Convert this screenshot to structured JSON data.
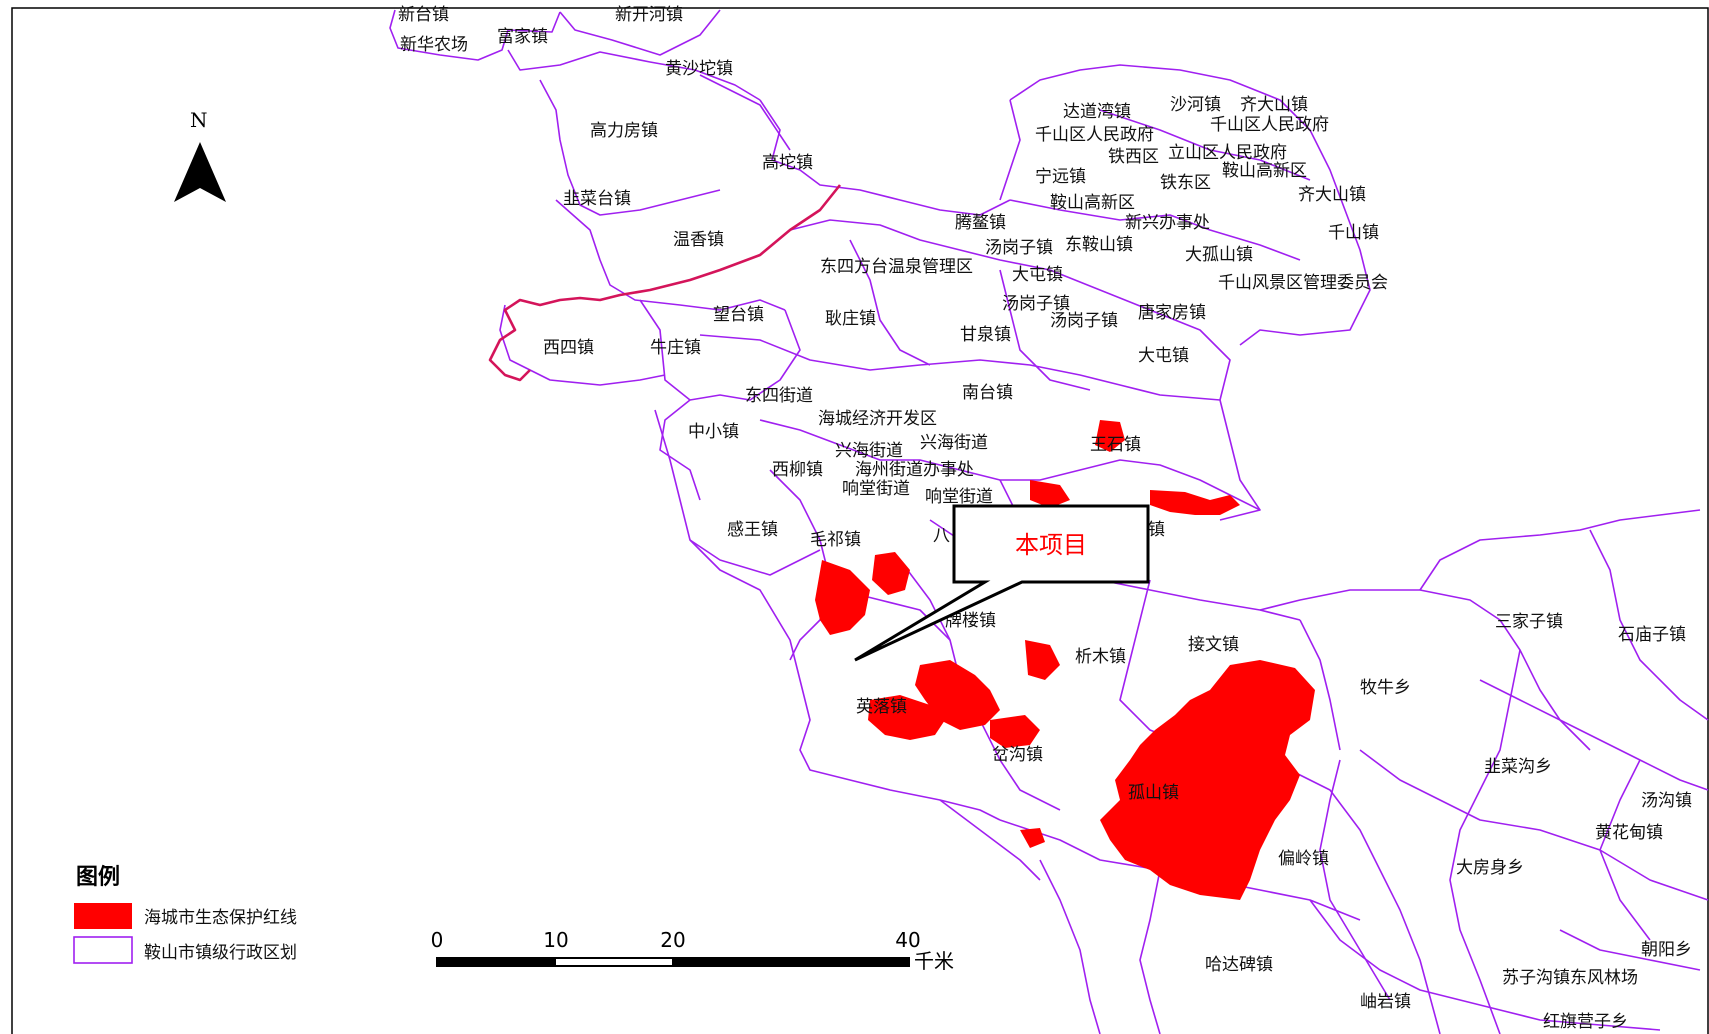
{
  "north": {
    "label": "N"
  },
  "callout": {
    "text": "本项目"
  },
  "legend": {
    "title": "图例",
    "items": [
      {
        "label": "海城市生态保护红线",
        "color": "#ff0000"
      },
      {
        "label": "鞍山市镇级行政区划",
        "color": "#a020f0"
      }
    ]
  },
  "scale": {
    "ticks": [
      "0",
      "10",
      "20",
      "40"
    ],
    "unit": "千米"
  },
  "places": [
    "新台镇",
    "新华农场",
    "富家镇",
    "新开河镇",
    "黄沙坨镇",
    "高力房镇",
    "高坨镇",
    "韭菜台镇",
    "温香镇",
    "达道湾镇",
    "沙河镇",
    "齐大山镇",
    "千山区人民政府",
    "千山区人民政府",
    "立山区人民政府",
    "铁西区",
    "鞍山高新区",
    "宁远镇",
    "铁东区",
    "齐大山镇",
    "鞍山高新区",
    "新兴办事处",
    "腾鳌镇",
    "汤岗子镇",
    "东鞍山镇",
    "千山镇",
    "大孤山镇",
    "东四方台温泉管理区",
    "大屯镇",
    "千山风景区管理委员会",
    "汤岗子镇",
    "唐家房镇",
    "汤岗子镇",
    "望台镇",
    "耿庄镇",
    "甘泉镇",
    "西四镇",
    "牛庄镇",
    "大屯镇",
    "东四街道",
    "南台镇",
    "海城经济开发区",
    "中小镇",
    "王石镇",
    "兴海街道",
    "兴海街道",
    "西柳镇",
    "海州街道办事处",
    "响堂街道",
    "响堂街道",
    "感王镇",
    "毛祁镇",
    "八",
    "镇",
    "牌楼镇",
    "接文镇",
    "析木镇",
    "三家子镇",
    "石庙子镇",
    "牧牛乡",
    "英落镇",
    "岔沟镇",
    "韭菜沟乡",
    "孤山镇",
    "汤沟镇",
    "黄花甸镇",
    "偏岭镇",
    "大房身乡",
    "朝阳乡",
    "哈达碑镇",
    "苏子沟镇东风林场",
    "岫岩镇",
    "红旗营子乡"
  ]
}
